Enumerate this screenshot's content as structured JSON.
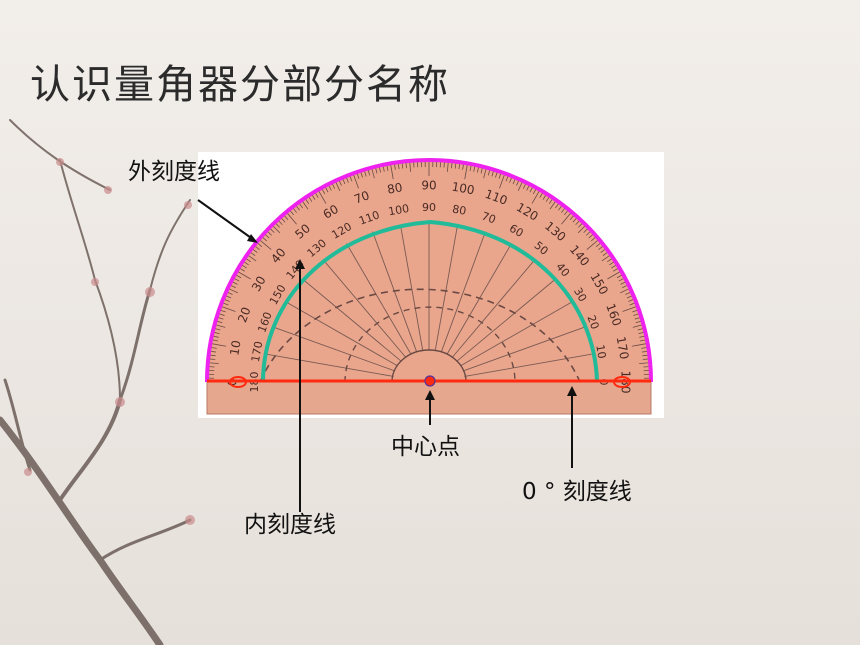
{
  "title": "认识量角器分部分名称",
  "labels": {
    "outer_scale": "外刻度线",
    "center_point": "中心点",
    "zero_line": "0 ° 刻度线",
    "inner_scale": "内刻度线"
  },
  "protractor": {
    "outer_numbers": [
      "0",
      "10",
      "20",
      "30",
      "40",
      "50",
      "60",
      "70",
      "80",
      "90",
      "100",
      "110",
      "120",
      "130",
      "140",
      "150",
      "160",
      "170",
      "180"
    ],
    "inner_numbers": [
      "180",
      "170",
      "160",
      "150",
      "140",
      "130",
      "120",
      "110",
      "100",
      "90",
      "80",
      "70",
      "60",
      "50",
      "40",
      "30",
      "20",
      "10",
      "0"
    ]
  },
  "colors": {
    "outer_arc": "#ee22ee",
    "inner_arc": "#22bb99",
    "baseline": "#ff2a10",
    "protractor_fill": "#e9a68d",
    "arrow": "#111111"
  }
}
